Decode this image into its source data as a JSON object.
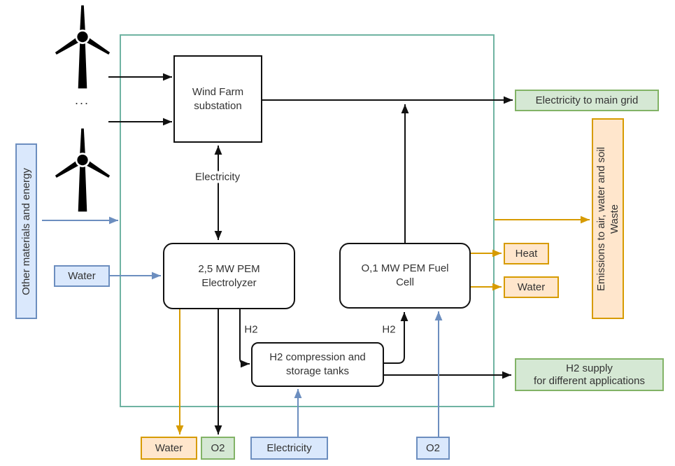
{
  "colors": {
    "container-stroke": "#6fb3a2",
    "blue-fill": "#dae8fc",
    "blue-stroke": "#6c8ebf",
    "green-fill": "#d5e8d4",
    "green-stroke": "#82b366",
    "orange-fill": "#ffe6cc",
    "orange-stroke": "#d79b00",
    "gold-arrow": "#d79b00",
    "black-line": "#111111",
    "text-color": "#333333"
  },
  "nodes": {
    "substation": {
      "label": "Wind Farm\nsubstation"
    },
    "electrolyzer": {
      "label": "2,5 MW PEM\nElectrolyzer"
    },
    "fuel_cell": {
      "label": "O,1 MW PEM Fuel\nCell"
    },
    "storage": {
      "label": "H2 compression and\nstorage tanks"
    }
  },
  "inputs": {
    "other_materials": {
      "label": "Other materials and energy"
    },
    "water": {
      "label": "Water"
    },
    "electricity": {
      "label": "Electricity"
    },
    "o2": {
      "label": "O2"
    }
  },
  "outputs": {
    "grid": {
      "label": "Electricity to main grid"
    },
    "emissions": {
      "line1": "Emissions to air, water and soil",
      "line2": "Waste"
    },
    "heat": {
      "label": "Heat"
    },
    "water_fuel_cell": {
      "label": "Water"
    },
    "h2_supply": {
      "label": "H2 supply\nfor different applications"
    },
    "water_electrolyzer": {
      "label": "Water"
    },
    "o2_electrolyzer": {
      "label": "O2"
    }
  },
  "flow_labels": {
    "electricity": "Electricity",
    "h2_electrolyzer": "H2",
    "h2_fuel_cell": "H2"
  },
  "decor": {
    "dots": "..."
  }
}
